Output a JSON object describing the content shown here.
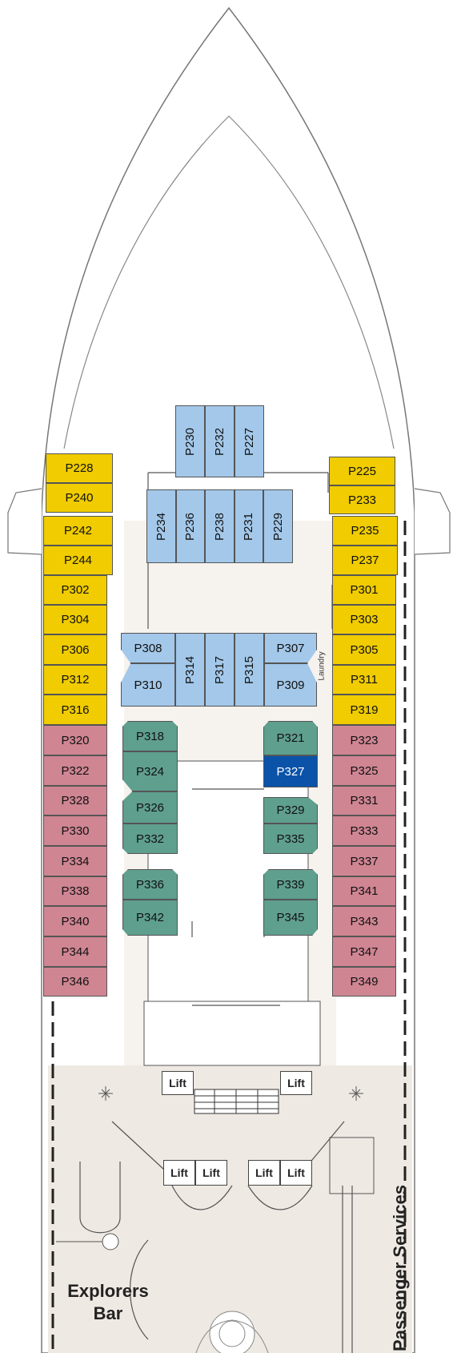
{
  "colors": {
    "hull_fill": "#ffffff",
    "public_area": "#efe9e3",
    "outline": "#555555",
    "balcony": "#f0cc00",
    "window": "#cf8592",
    "inside_blue": "#a3c8ea",
    "inside_green": "#5f9f8e",
    "selected": "#0a53a8"
  },
  "cabins": {
    "port_yellow": [
      "P228",
      "P240",
      "P242",
      "P244",
      "P302",
      "P304",
      "P306",
      "P312",
      "P316"
    ],
    "port_pink": [
      "P320",
      "P322",
      "P328",
      "P330",
      "P334",
      "P338",
      "P340",
      "P344",
      "P346"
    ],
    "starboard_yellow": [
      "P225",
      "P233",
      "P235",
      "P237",
      "P301",
      "P303",
      "P305",
      "P311",
      "P319"
    ],
    "starboard_pink": [
      "P323",
      "P325",
      "P331",
      "P333",
      "P337",
      "P341",
      "P343",
      "P347",
      "P349"
    ],
    "top_vertical": [
      "P230",
      "P232",
      "P227"
    ],
    "upper_vertical": [
      "P234",
      "P236",
      "P238",
      "P231",
      "P229"
    ],
    "mid_vertical": [
      "P314",
      "P317",
      "P315"
    ],
    "mid_left": [
      "P308",
      "P310"
    ],
    "mid_right": [
      "P307",
      "P309"
    ],
    "green_left": [
      "P318",
      "P324",
      "P326",
      "P332",
      "P336",
      "P342"
    ],
    "green_right": [
      "P321",
      "P327",
      "P329",
      "P335",
      "P339",
      "P345"
    ]
  },
  "selected_cabin": "P327",
  "lift_label": "Lift",
  "small_label": "Laundry",
  "areas": {
    "explorers_line1": "Explorers",
    "explorers_line2": "Bar",
    "passenger_services": "Passenger Services"
  }
}
